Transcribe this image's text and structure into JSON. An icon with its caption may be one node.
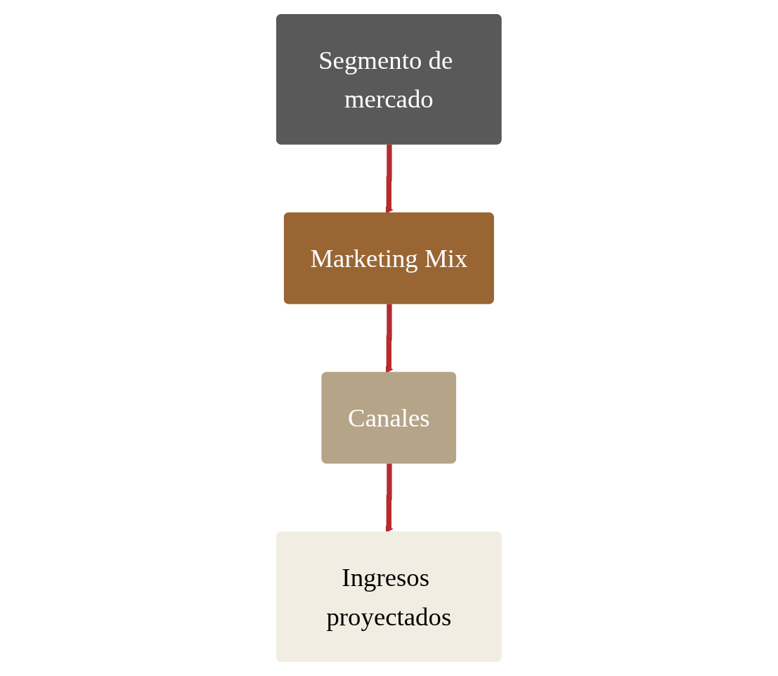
{
  "diagram": {
    "nodes": [
      {
        "text": [
          "Segmento de mercado"
        ]
      },
      {
        "text": [
          "Marketing Mix"
        ]
      },
      {
        "text": [
          "Canales"
        ]
      },
      {
        "text": [
          "Ingresos proyectados"
        ]
      }
    ],
    "edges": [
      {
        "from": 0,
        "to": 1,
        "arrow": "to"
      },
      {
        "from": 1,
        "to": 2,
        "arrow": "to"
      },
      {
        "from": 2,
        "to": 3,
        "arrow": "to"
      }
    ]
  }
}
